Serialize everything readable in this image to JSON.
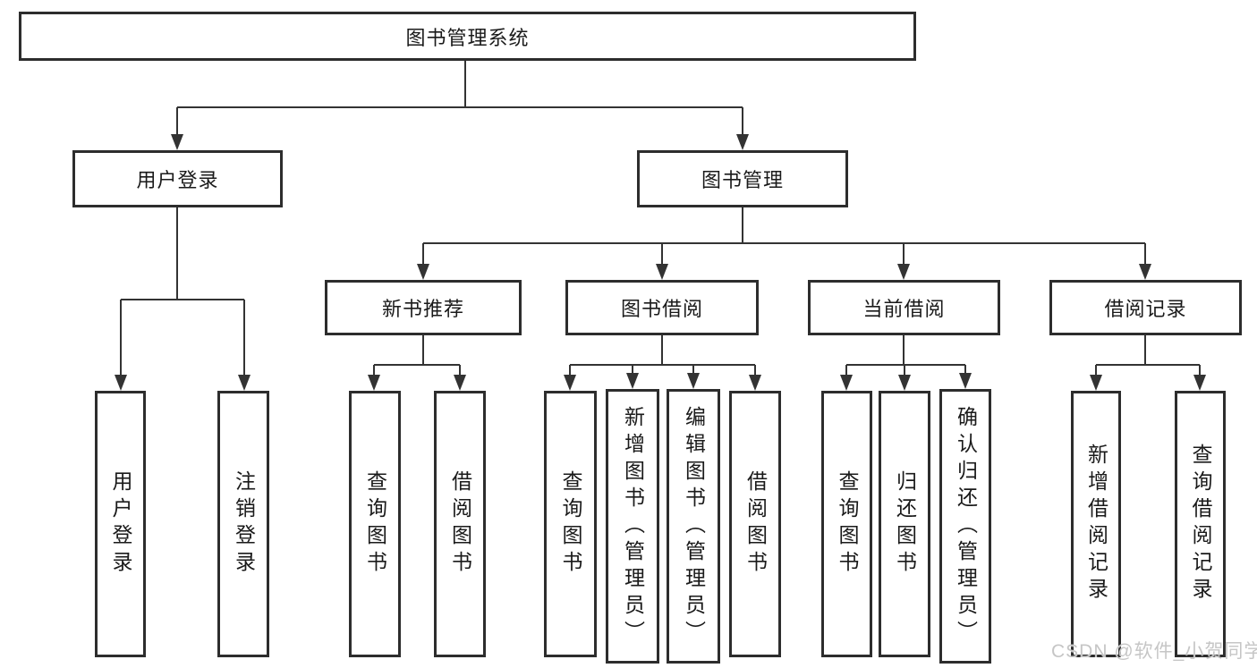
{
  "diagram": {
    "root_label": "图书管理系统",
    "level2": {
      "user_login": "用户登录",
      "book_mgmt": "图书管理"
    },
    "level3": {
      "new_books": "新书推荐",
      "book_borrow": "图书借阅",
      "current_borrow": "当前借阅",
      "borrow_records": "借阅记录"
    },
    "leaves": {
      "user_login_leaf": "用户登录",
      "logout_leaf": "注销登录",
      "nb_query_books": "查询图书",
      "nb_borrow_books": "借阅图书",
      "bb_query_books": "查询图书",
      "bb_add_books": "新增图书（管理员）",
      "bb_edit_books": "编辑图书（管理员）",
      "bb_borrow_books": "借阅图书",
      "cb_query_books": "查询图书",
      "cb_return_books": "归还图书",
      "cb_confirm_return": "确认归还（管理员）",
      "br_add_record": "新增借阅记录",
      "br_query_record": "查询借阅记录"
    }
  },
  "watermark": {
    "text": "CSDN @软件_小贺同学"
  },
  "colors": {
    "border": "#2d2d2d",
    "line": "#333333",
    "background": "#ffffff",
    "watermark": "#c6c6c6"
  }
}
